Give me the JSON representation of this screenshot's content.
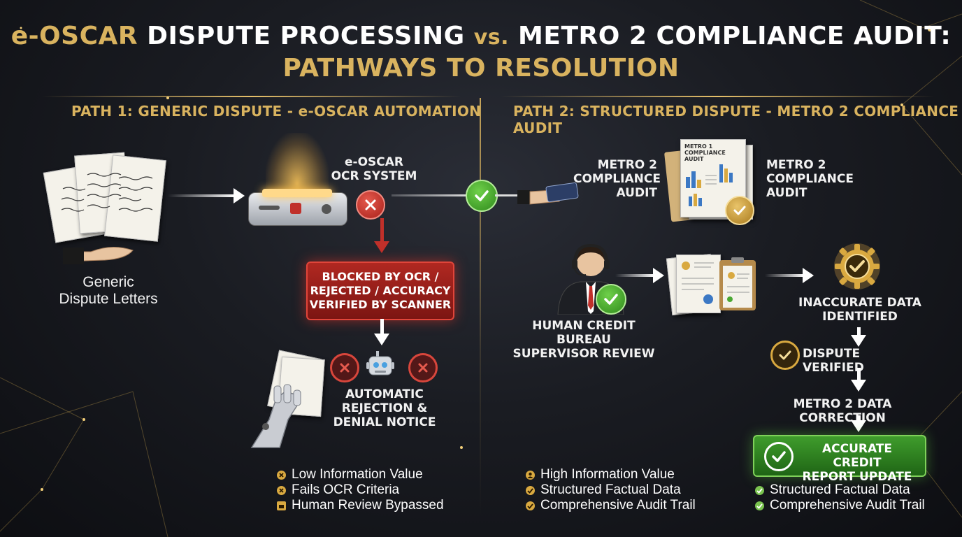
{
  "title": {
    "line1_part1": "e-OSCAR",
    "line1_part2": " DISPUTE PROCESSING ",
    "line1_part3": "vs.",
    "line1_part4": " METRO 2 COMPLIANCE AUDIT:",
    "line2": "PATHWAYS TO RESOLUTION"
  },
  "path1": {
    "heading": "PATH 1: GENERIC DISPUTE - e-OSCAR AUTOMATION",
    "letters_label_1": "Generic",
    "letters_label_2": "Dispute Letters",
    "scanner_label_1": "e-OSCAR",
    "scanner_label_2": "OCR SYSTEM",
    "blocked_1": "BLOCKED BY OCR /",
    "blocked_2": "REJECTED / ACCURACY",
    "blocked_3": "VERIFIED BY SCANNER",
    "rejection_1": "AUTOMATIC",
    "rejection_2": "REJECTION &",
    "rejection_3": "DENIAL NOTICE",
    "bullets": [
      "Low Information Value",
      "Fails OCR Criteria",
      "Human Review Bypassed"
    ]
  },
  "path2": {
    "heading": "PATH 2: STRUCTURED DISPUTE - METRO 2 COMPLIANCE AUDIT",
    "audit_left_1": "METRO 2",
    "audit_left_2": "COMPLIANCE",
    "audit_left_3": "AUDIT",
    "audit_right_1": "METRO 2",
    "audit_right_2": "COMPLIANCE",
    "audit_right_3": "AUDIT",
    "doc_header_1": "METRO 1",
    "doc_header_2": "COMPLIANCE AUDIT",
    "supervisor_1": "HUMAN CREDIT BUREAU",
    "supervisor_2": "SUPERVISOR REVIEW",
    "inaccurate_1": "INACCURATE DATA",
    "inaccurate_2": "IDENTIFIED",
    "verified": "DISPUTE VERIFIED",
    "correction": "METRO 2 DATA CORRECTION",
    "update_1": "ACCURATE CREDIT",
    "update_2": "REPORT UPDATE",
    "bullets_mid": [
      "High Information Value",
      "Structured Factual Data",
      "Comprehensive Audit Trail"
    ],
    "bullets_right": [
      "Structured Factual Data",
      "Comprehensive Audit Trail"
    ]
  },
  "colors": {
    "gold": "#d9b35f",
    "reject_red": "#c0302a",
    "success_green": "#4aa833",
    "background": "#1a1c22"
  },
  "icons": {
    "letters": "paper-stack-icon",
    "scanner": "scanner-icon",
    "reject": "x-circle-icon",
    "approve": "check-circle-icon",
    "robot": "robot-icon",
    "robot_hand": "robot-hand-icon",
    "card_hand": "hand-card-icon",
    "audit_doc": "audit-document-icon",
    "supervisor": "headset-person-icon",
    "clipboard": "clipboard-icon",
    "badge": "gear-badge-icon"
  }
}
